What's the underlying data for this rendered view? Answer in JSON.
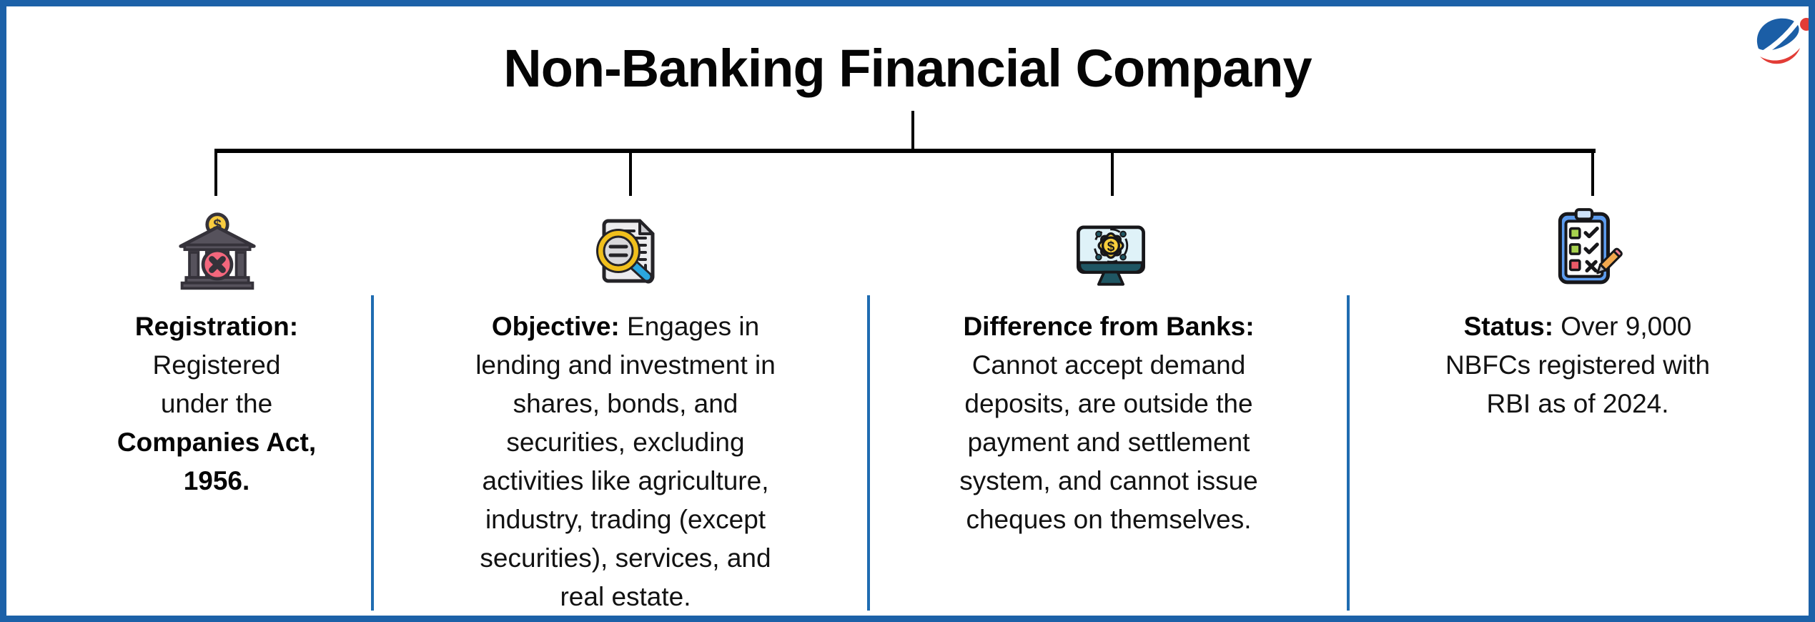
{
  "page": {
    "title": "Non-Banking Financial Company"
  },
  "glyphs": {
    "dollar": "$"
  },
  "colors": {
    "border_blue": "#1c61a8",
    "divider_blue": "#1f6cb1",
    "connector_black": "#000000",
    "logo_blue": "#1b5ea6",
    "logo_red": "#e23c36",
    "icon_yellow": "#f8cb3f",
    "icon_red_badge": "#f4677d",
    "icon_building_gray": "#56525c",
    "icon_paper_gray": "#ececee",
    "icon_handle_blue": "#2ba7df",
    "icon_screen_blue": "#dff2f8",
    "icon_monitor_teal": "#1f5663",
    "icon_clipboard_blue": "#5d9cee",
    "icon_check_green": "#a6d14e",
    "icon_cross_red": "#ea5a67",
    "icon_pencil_orange": "#f3a84e"
  },
  "columns": [
    {
      "name": "registration",
      "icon": "bank-no-deposit-icon",
      "lines": [
        [
          {
            "text": "Registration:",
            "bold": true
          }
        ],
        [
          {
            "text": "Registered",
            "bold": false
          }
        ],
        [
          {
            "text": "under the",
            "bold": false
          }
        ],
        [
          {
            "text": "Companies Act,",
            "bold": true
          }
        ],
        [
          {
            "text": "1956.",
            "bold": true
          }
        ]
      ]
    },
    {
      "name": "objective",
      "icon": "document-search-icon",
      "lines": [
        [
          {
            "text": "Objective:",
            "bold": true
          },
          {
            "text": " Engages in",
            "bold": false
          }
        ],
        [
          {
            "text": "lending and investment in",
            "bold": false
          }
        ],
        [
          {
            "text": "shares, bonds, and",
            "bold": false
          }
        ],
        [
          {
            "text": "securities, excluding",
            "bold": false
          }
        ],
        [
          {
            "text": "activities like agriculture,",
            "bold": false
          }
        ],
        [
          {
            "text": "industry, trading (except",
            "bold": false
          }
        ],
        [
          {
            "text": "securities), services, and",
            "bold": false
          }
        ],
        [
          {
            "text": "real estate.",
            "bold": false
          }
        ]
      ]
    },
    {
      "name": "difference-from-banks",
      "icon": "monitor-finance-gear-icon",
      "lines": [
        [
          {
            "text": "Difference from Banks:",
            "bold": true
          }
        ],
        [
          {
            "text": "Cannot accept demand",
            "bold": false
          }
        ],
        [
          {
            "text": "deposits, are outside the",
            "bold": false
          }
        ],
        [
          {
            "text": "payment and settlement",
            "bold": false
          }
        ],
        [
          {
            "text": "system, and cannot issue",
            "bold": false
          }
        ],
        [
          {
            "text": "cheques on themselves.",
            "bold": false
          }
        ]
      ]
    },
    {
      "name": "status",
      "icon": "checklist-clipboard-icon",
      "lines": [
        [
          {
            "text": "Status:",
            "bold": true
          },
          {
            "text": " Over 9,000",
            "bold": false
          }
        ],
        [
          {
            "text": "NBFCs registered with",
            "bold": false
          }
        ],
        [
          {
            "text": "RBI as of 2024.",
            "bold": false
          }
        ]
      ]
    }
  ]
}
